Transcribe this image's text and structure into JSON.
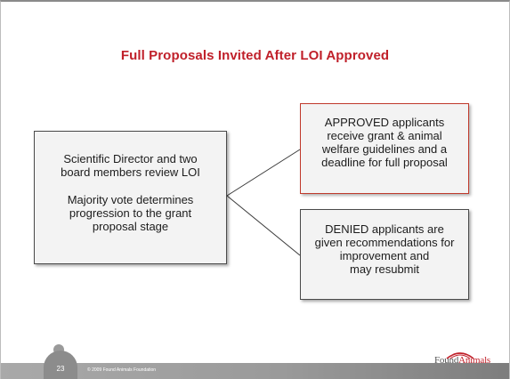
{
  "slide": {
    "title": "Full Proposals Invited After LOI Approved",
    "left_box": {
      "para1": [
        "Scientific Director and two",
        "board members review LOI"
      ],
      "para2": [
        "Majority vote determines",
        "progression to the grant",
        "proposal stage"
      ]
    },
    "approved_box": {
      "lines": [
        "APPROVED applicants",
        "receive grant & animal",
        "welfare guidelines and a",
        "deadline for full proposal"
      ]
    },
    "denied_box": {
      "lines": [
        "DENIED applicants are",
        "given recommendations for",
        "improvement and",
        "may resubmit"
      ]
    }
  },
  "footer": {
    "page_number": "23",
    "copyright": "© 2009 Found Animals Foundation",
    "logo_found": "Found",
    "logo_animals": "Animals"
  },
  "colors": {
    "title": "#c0202a",
    "approved_border": "#c0392b",
    "box_fill": "#f3f3f3",
    "footer": "#9a9a9a"
  }
}
